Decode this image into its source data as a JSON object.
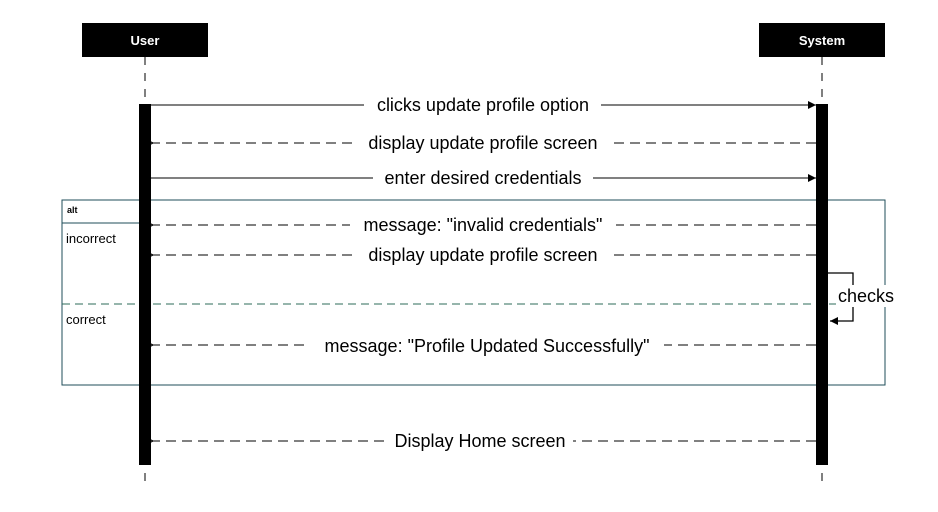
{
  "actors": {
    "user": "User",
    "system": "System"
  },
  "messages": [
    {
      "id": "m1",
      "label": "clicks update profile option",
      "style": "solid"
    },
    {
      "id": "m2",
      "label": "display update profile screen",
      "style": "dashed"
    },
    {
      "id": "m3",
      "label": "enter desired credentials",
      "style": "solid"
    },
    {
      "id": "m4",
      "label": "message: \"invalid credentials\"",
      "style": "dashed"
    },
    {
      "id": "m5",
      "label": "display update profile screen",
      "style": "dashed"
    },
    {
      "id": "m6",
      "label": "checks",
      "style": "self"
    },
    {
      "id": "m7",
      "label": "message: \"Profile Updated Successfully\"",
      "style": "dashed"
    },
    {
      "id": "m8",
      "label": "Display Home screen",
      "style": "dashed"
    }
  ],
  "alt_frame": {
    "tag": "alt",
    "guard_1": "incorrect",
    "guard_2": "correct"
  },
  "colors": {
    "actor_box": "#000000",
    "frame_border": "#1f4e5a",
    "frame_divider": "#2e6b5a",
    "line": "#000000"
  }
}
